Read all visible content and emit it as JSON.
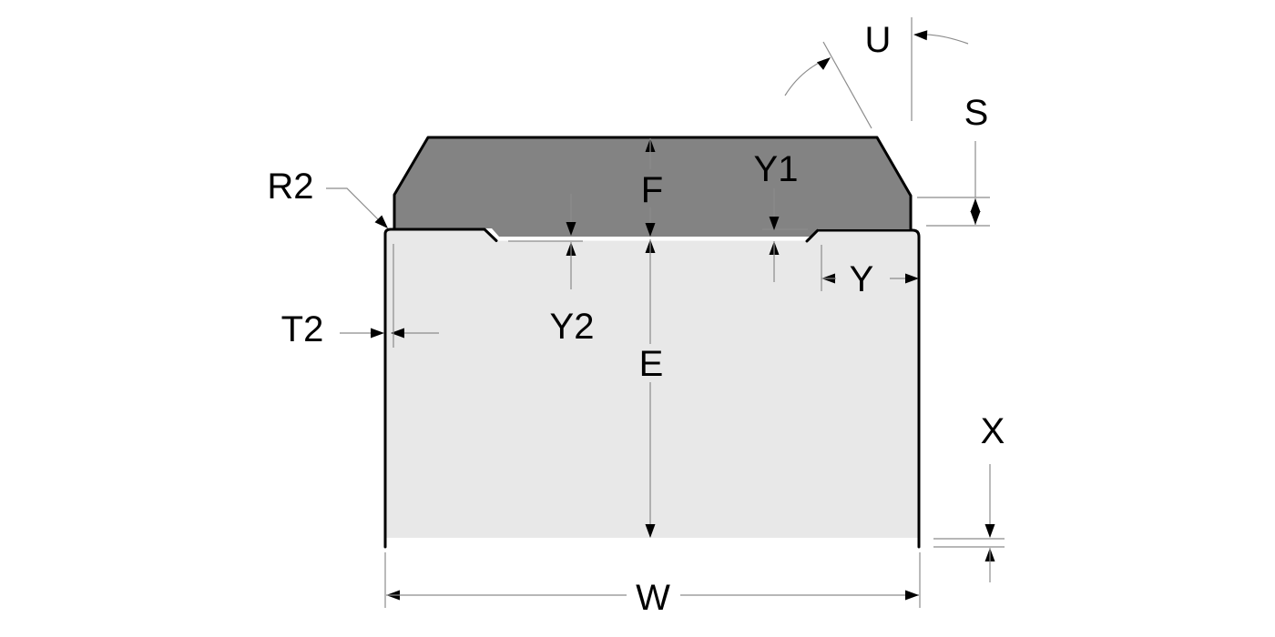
{
  "diagram": {
    "type": "technical-cross-section-dimension-drawing",
    "labels": {
      "u": "U",
      "s": "S",
      "y1": "Y1",
      "f": "F",
      "r2": "R2",
      "y": "Y",
      "t2": "T2",
      "y2": "Y2",
      "e": "E",
      "x": "X",
      "w": "W"
    },
    "colors": {
      "block_fill": "#838383",
      "base_fill": "#e8e8e8",
      "outline": "#000000",
      "dimension_line": "#8c8c8c",
      "label_color": "#000000",
      "background": "#ffffff"
    }
  }
}
